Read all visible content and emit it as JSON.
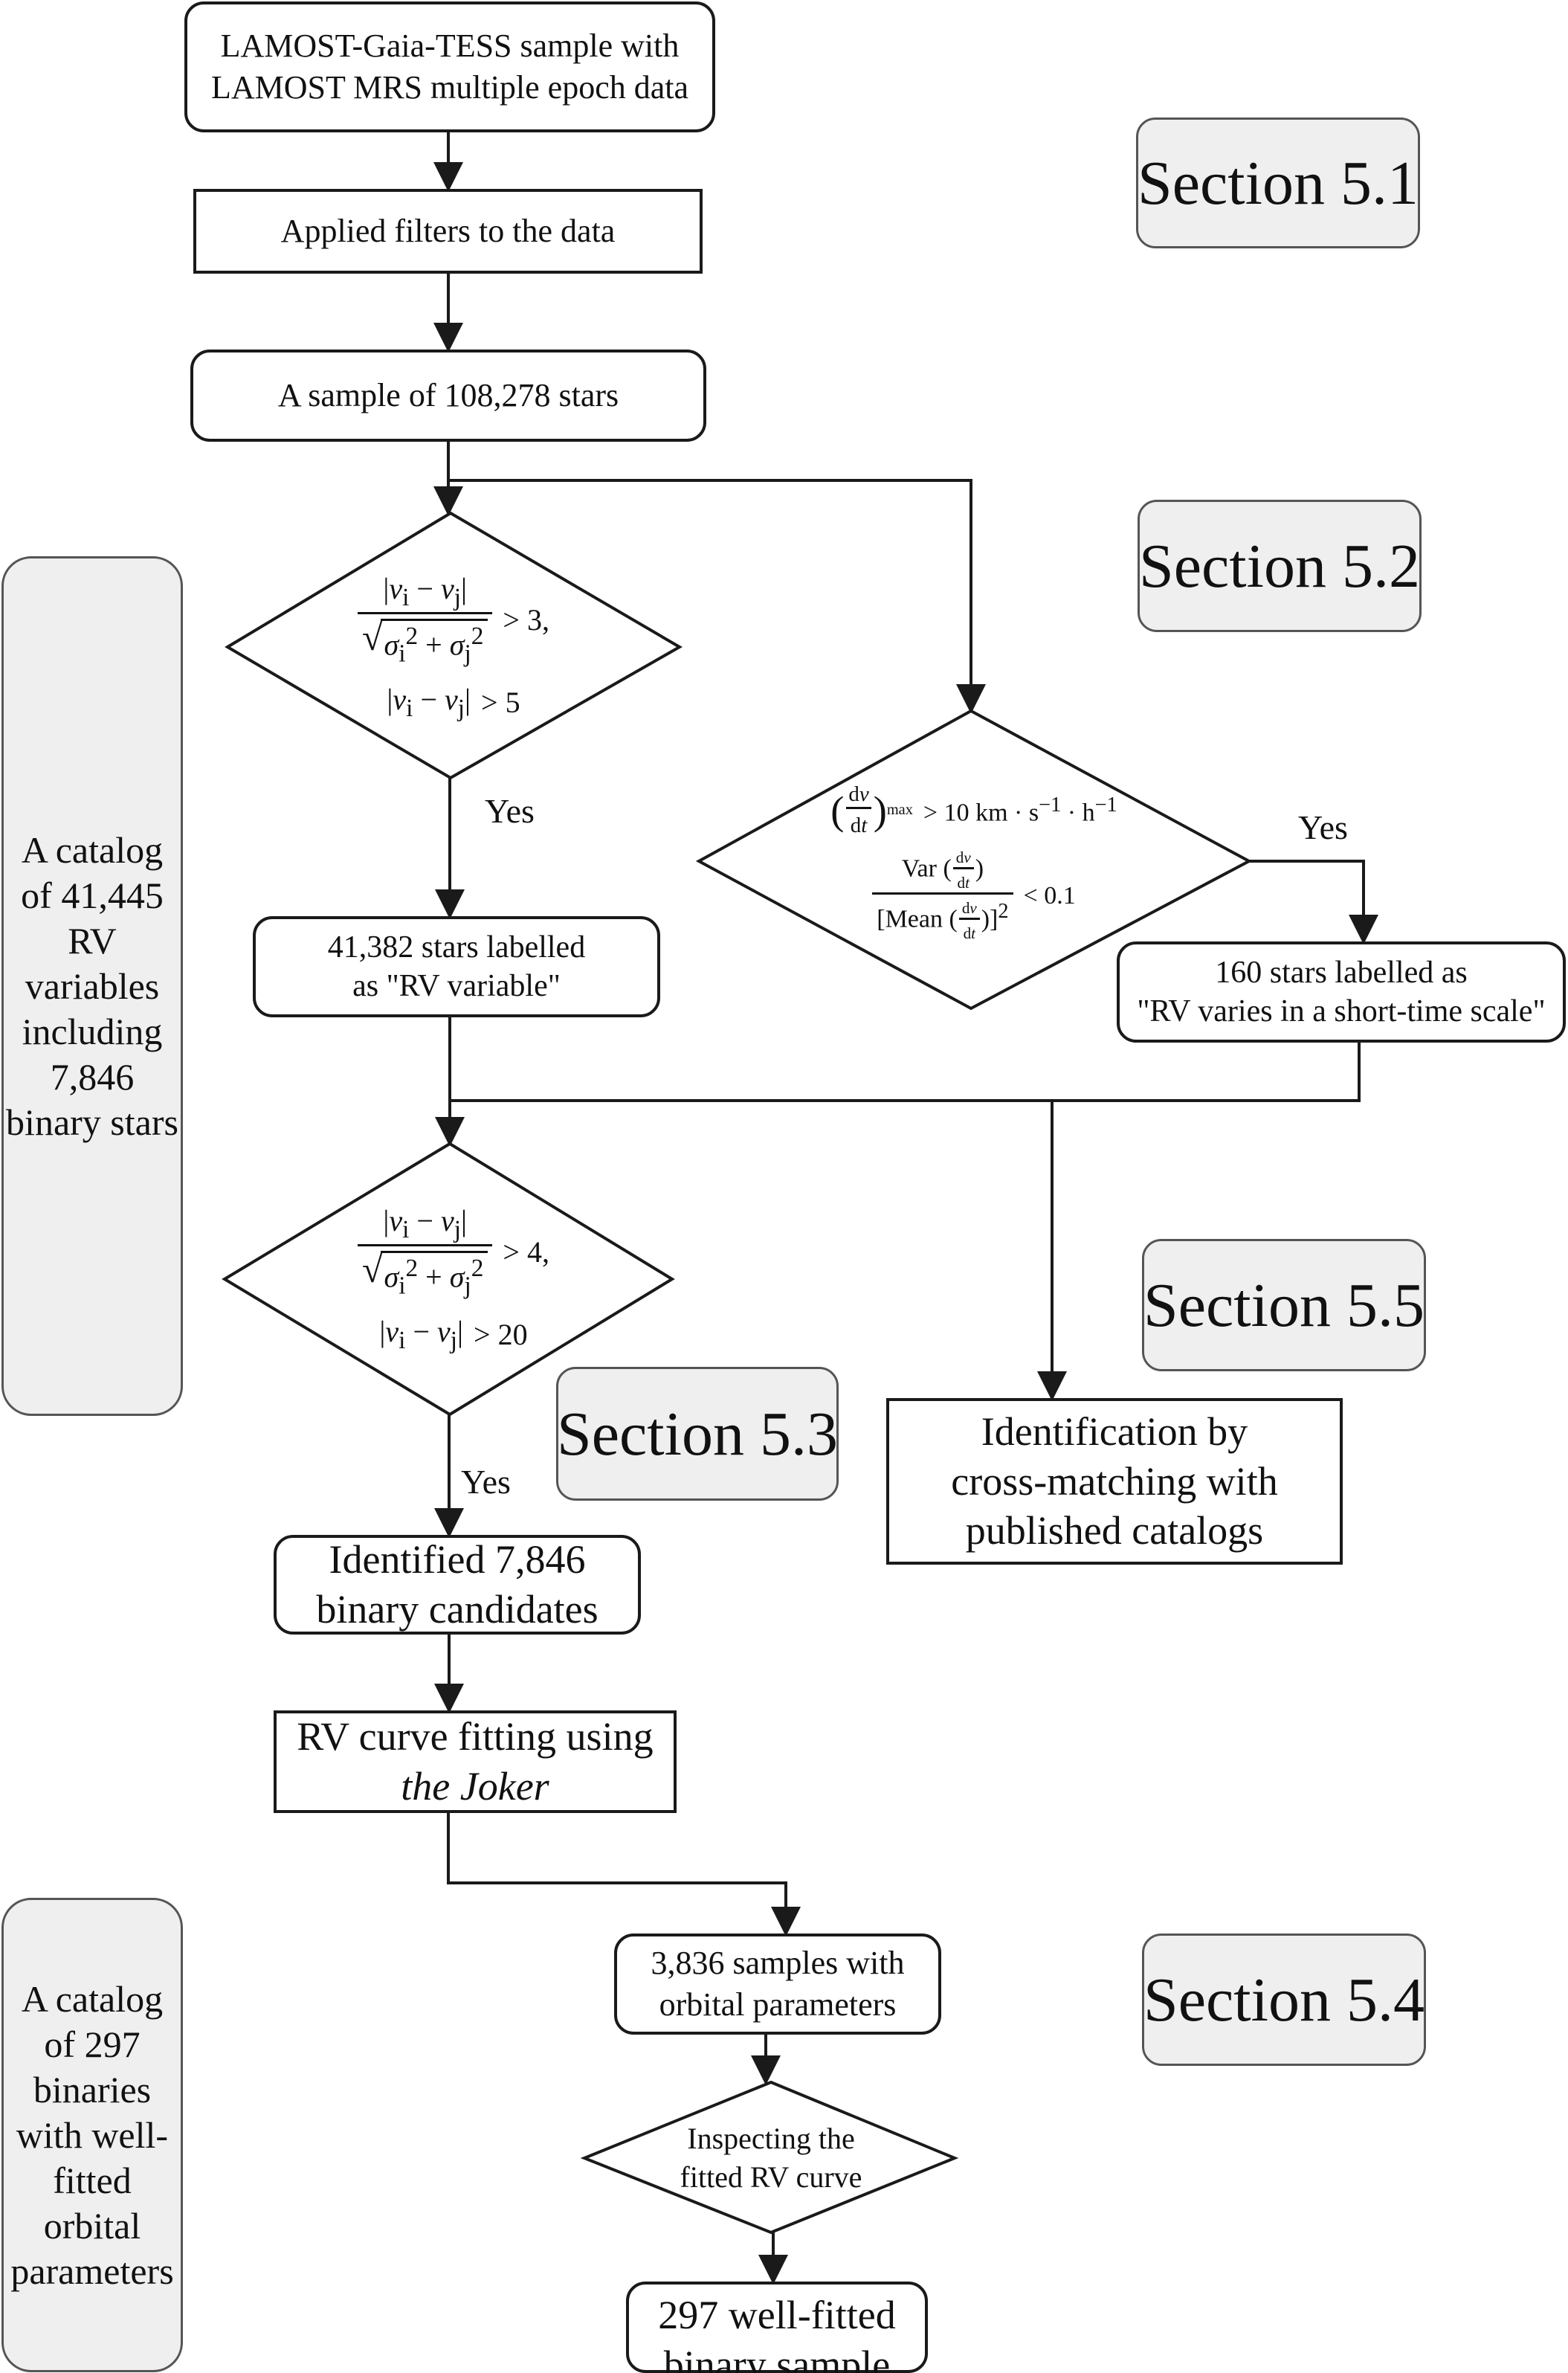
{
  "boxes": {
    "start": {
      "line1": "LAMOST-Gaia-TESS sample with",
      "line2": "LAMOST MRS multiple epoch data"
    },
    "filters": "Applied filters to the data",
    "sample": "A sample of 108,278 stars",
    "rv_variable": {
      "line1": "41,382 stars labelled",
      "line2": "as \"RV variable\""
    },
    "short_time": {
      "line1": "160 stars labelled as",
      "line2": "\"RV varies in a short-time scale\""
    },
    "identification": {
      "line1": "Identification by",
      "line2": "cross-matching with",
      "line3": "published catalogs"
    },
    "binaries": {
      "line1": "Identified 7,846",
      "line2": "binary candidates"
    },
    "joker": {
      "line1": "RV curve fitting using",
      "line2": "the Joker"
    },
    "orbital": {
      "line1": "3,836 samples with",
      "line2": "orbital parameters"
    },
    "final": {
      "line1": "297 well-fitted",
      "line2": "binary sample"
    }
  },
  "diamonds": {
    "d1": {
      "threshold1": "> 3,",
      "threshold2": "> 5"
    },
    "d2": {
      "max_sub": "max",
      "threshold1_value": "10",
      "threshold2": "< 0.1"
    },
    "d3": {
      "threshold1": "> 4,",
      "threshold2": "> 20"
    },
    "d4": {
      "line1": "Inspecting the",
      "line2": "fitted RV curve"
    }
  },
  "labels": {
    "yes": "Yes"
  },
  "sections": {
    "s51": "Section 5.1",
    "s52": "Section 5.2",
    "s53": "Section 5.3",
    "s54": "Section 5.4",
    "s55": "Section 5.5"
  },
  "side": {
    "catalog1": [
      "A catalog",
      "of 41,445",
      "RV",
      "variables",
      "including",
      "7,846",
      "binary stars"
    ],
    "catalog2": [
      "A catalog",
      "of 297",
      "binaries",
      "with well-",
      "fitted",
      "orbital",
      "parameters"
    ]
  },
  "colors": {
    "line": "#1a1a1a",
    "badge_fill": "#efefef",
    "badge_border": "#555555",
    "background": "#ffffff"
  }
}
